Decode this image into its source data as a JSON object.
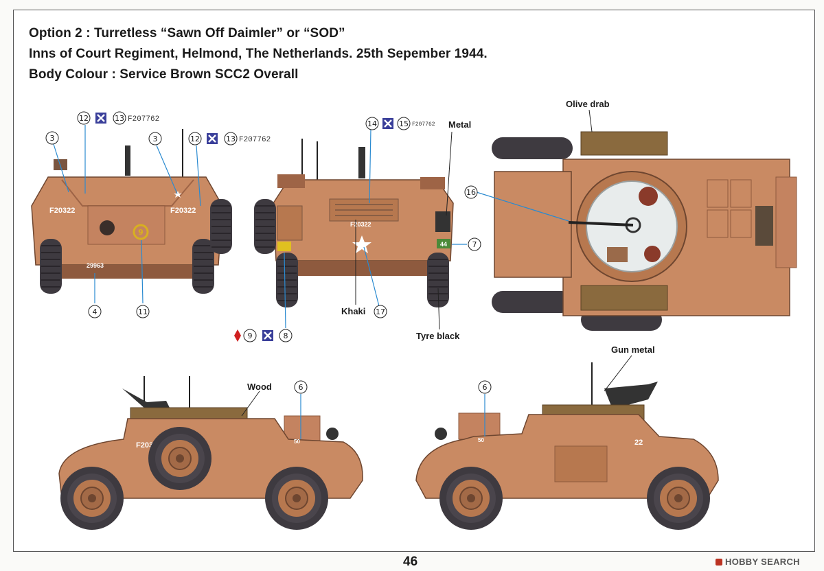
{
  "heading": {
    "line1": "Option 2 :  Turretless “Sawn Off Daimler” or “SOD”",
    "line2": "Inns of Court Regiment, Helmond, The Netherlands. 25th Sepember 1944.",
    "line3": "Body Colour : Service Brown SCC2 Overall"
  },
  "labels": {
    "olive_drab": "Olive drab",
    "metal": "Metal",
    "khaki": "Khaki",
    "tyre_black": "Tyre black",
    "wood": "Wood",
    "gun_metal": "Gun metal"
  },
  "callouts": {
    "n3": "3",
    "n4": "4",
    "n6": "6",
    "n7": "7",
    "n8": "8",
    "n9": "9",
    "n11": "11",
    "n12": "12",
    "n13": "13",
    "n14": "14",
    "n15": "15",
    "n16": "16",
    "n17": "17"
  },
  "serials": {
    "front_a": "F207762",
    "front_b": "F207762",
    "rear": "F207762"
  },
  "markings": {
    "front_reg": "F20322",
    "front_reg_2": "F20322",
    "front_plate": "29963",
    "front_circle": "9",
    "rear_reg": "F20322",
    "rear_plate": "44",
    "side_reg": "F203",
    "side_reg_2": "22",
    "jerrycan": "50"
  },
  "page_number": "46",
  "watermark": "HOBBY SEARCH",
  "colors": {
    "body": "#c98a63",
    "body_dark": "#9e6446",
    "tyre": "#3e3a40",
    "wood": "#8a6a3e",
    "interior": "#e8ecec",
    "badge_blue": "#3a3f9a"
  }
}
